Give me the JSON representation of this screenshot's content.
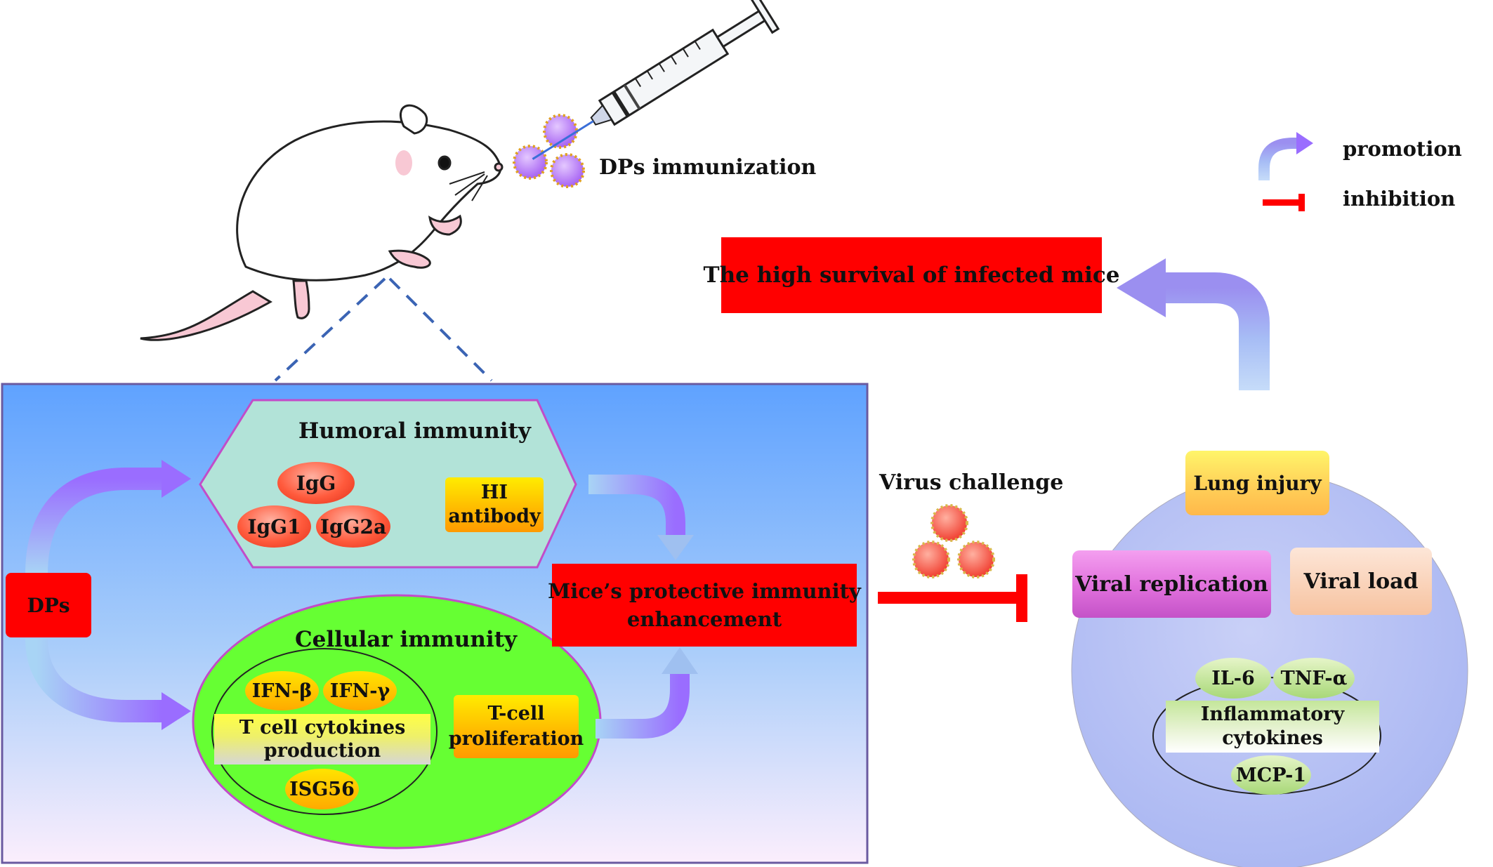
{
  "labels": {
    "dps_immunization": "DPs immunization",
    "legend_promotion": "promotion",
    "legend_inhibition": "inhibition",
    "high_survival": "The high survival of infected mice",
    "virus_challenge": "Virus challenge",
    "humoral_immunity": "Humoral immunity",
    "igg": "IgG",
    "igg1": "IgG1",
    "igg2a": "IgG2a",
    "hi_antibody_line1": "HI",
    "hi_antibody_line2": "antibody",
    "dps": "DPs",
    "protective_line1": "Mice’s protective immunity",
    "protective_line2": "enhancement",
    "cellular_immunity": "Cellular immunity",
    "ifn_beta": "IFN-β",
    "ifn_gamma": "IFN-γ",
    "tcell_cytokines_line1": "T cell cytokines",
    "tcell_cytokines_line2": "production",
    "isg56": "ISG56",
    "tcell_prolif_line1": "T-cell",
    "tcell_prolif_line2": "proliferation",
    "lung_injury": "Lung injury",
    "viral_replication": "Viral replication",
    "viral_load": "Viral load",
    "il6": "IL-6",
    "tnf_alpha": "TNF-α",
    "inflam_line1": "Inflammatory",
    "inflam_line2": "cytokines",
    "mcp1": "MCP-1"
  },
  "colors": {
    "red": "#ff0000",
    "panel_top": "#5fa2ff",
    "panel_bottom": "#fbeefc",
    "humoral_fill": "#b2e3d8",
    "cellular_fill": "#66ff33",
    "circle_fill": "#b7c2f4",
    "virus_red": "#ff5a4a",
    "particle_purple": "#b57bff"
  },
  "icons": [
    "mouse-illustration",
    "syringe-icon",
    "virus-particle-icon",
    "promotion-arrow-icon",
    "inhibition-arrow-icon"
  ]
}
